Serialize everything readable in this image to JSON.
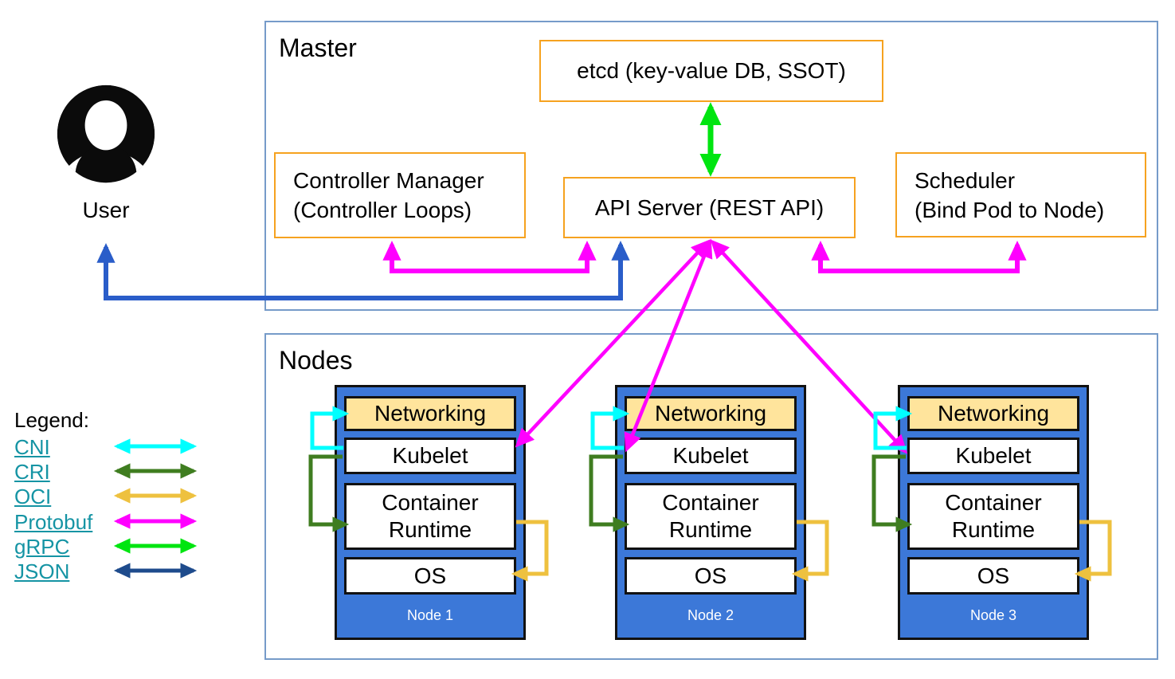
{
  "user": {
    "label": "User"
  },
  "master": {
    "title": "Master",
    "etcd_label": "etcd (key-value DB, SSOT)",
    "controller_manager_line1": "Controller Manager",
    "controller_manager_line2": "(Controller Loops)",
    "api_server_label": "API Server (REST API)",
    "scheduler_line1": "Scheduler",
    "scheduler_line2": "(Bind Pod to Node)"
  },
  "nodes": {
    "title": "Nodes",
    "stacks": [
      {
        "networking": "Networking",
        "kubelet": "Kubelet",
        "runtime": "Container Runtime",
        "os": "OS",
        "name": "Node 1"
      },
      {
        "networking": "Networking",
        "kubelet": "Kubelet",
        "runtime": "Container Runtime",
        "os": "OS",
        "name": "Node 2"
      },
      {
        "networking": "Networking",
        "kubelet": "Kubelet",
        "runtime": "Container Runtime",
        "os": "OS",
        "name": "Node 3"
      }
    ]
  },
  "legend": {
    "title": "Legend:",
    "items": [
      {
        "label": "CNI",
        "color": "#00ffff"
      },
      {
        "label": "CRI",
        "color": "#3f7d20"
      },
      {
        "label": "OCI",
        "color": "#eec13f"
      },
      {
        "label": "Protobuf",
        "color": "#ff00ff"
      },
      {
        "label": "gRPC",
        "color": "#00e510"
      },
      {
        "label": "JSON",
        "color": "#1e4b8c"
      }
    ]
  },
  "colors": {
    "frame_border": "#769bc9",
    "orange": "#f6a21f",
    "node_blue": "#3c78d8",
    "networking": "#ffe49c",
    "link": "#1594a4",
    "cni": "#00ffff",
    "cri": "#3f7d20",
    "oci": "#eec13f",
    "protobuf": "#ff00ff",
    "grpc": "#00e510",
    "json": "#1e4b8c",
    "user_blue": "#2a5dc9",
    "icon_black": "#0b0b0b"
  }
}
